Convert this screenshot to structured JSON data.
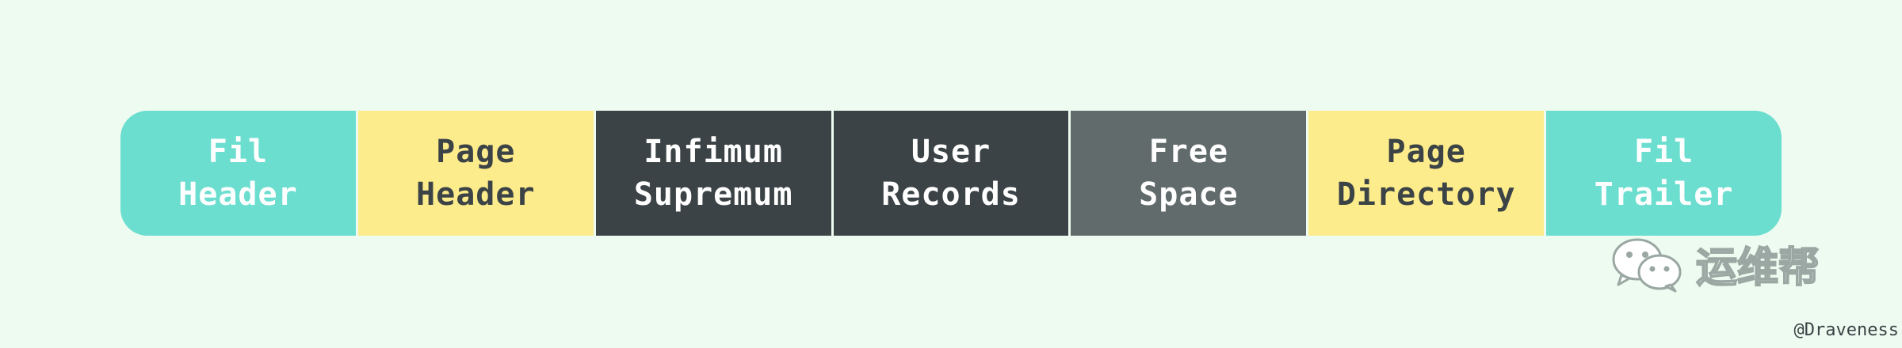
{
  "segments": [
    {
      "label": "Fil\nHeader",
      "bg": "#6cded0",
      "fg": "#ffffff"
    },
    {
      "label": "Page\nHeader",
      "bg": "#fdec8b",
      "fg": "#3b4346"
    },
    {
      "label": "Infimum\nSupremum",
      "bg": "#3b4346",
      "fg": "#ffffff"
    },
    {
      "label": "User\nRecords",
      "bg": "#3b4346",
      "fg": "#ffffff"
    },
    {
      "label": "Free\nSpace",
      "bg": "#616b6b",
      "fg": "#ffffff"
    },
    {
      "label": "Page\nDirectory",
      "bg": "#fdec8b",
      "fg": "#3b4346"
    },
    {
      "label": "Fil\nTrailer",
      "bg": "#6cded0",
      "fg": "#ffffff"
    }
  ],
  "watermark": {
    "icon": "wechat-icon",
    "text": "运维帮"
  },
  "credit": "@Draveness"
}
